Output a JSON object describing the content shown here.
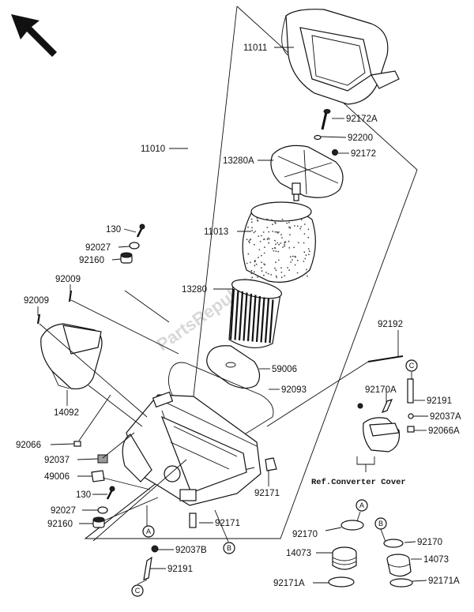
{
  "diagram": {
    "watermark": "PartsRepublik",
    "ref_note": "Ref.Converter Cover",
    "callouts": {
      "c11011": "11011",
      "c92172A": "92172A",
      "c92200": "92200",
      "c92172": "92172",
      "c11010": "11010",
      "c13280A": "13280A",
      "c130a": "130",
      "c92027a": "92027",
      "c92160a": "92160",
      "c11013": "11013",
      "c92009a": "92009",
      "c92009b": "92009",
      "c13280": "13280",
      "c92192": "92192",
      "c59006": "59006",
      "c92093": "92093",
      "c14092": "14092",
      "c92170A": "92170A",
      "c92191a": "92191",
      "c92037A": "92037A",
      "c92066A": "92066A",
      "c92066": "92066",
      "c92037": "92037",
      "c49006": "49006",
      "c130b": "130",
      "c92027b": "92027",
      "c92160b": "92160",
      "c92171a": "92171",
      "c92171b": "92171",
      "c92037B": "92037B",
      "c92191b": "92191",
      "c92170a": "92170",
      "c92170b": "92170",
      "c14073a": "14073",
      "c14073b": "14073",
      "c92171Aa": "92171A",
      "c92171Ab": "92171A"
    },
    "markers": {
      "A": "A",
      "B": "B",
      "C": "C"
    },
    "icons": {
      "front_direction": "arrow-up-left-icon"
    }
  }
}
